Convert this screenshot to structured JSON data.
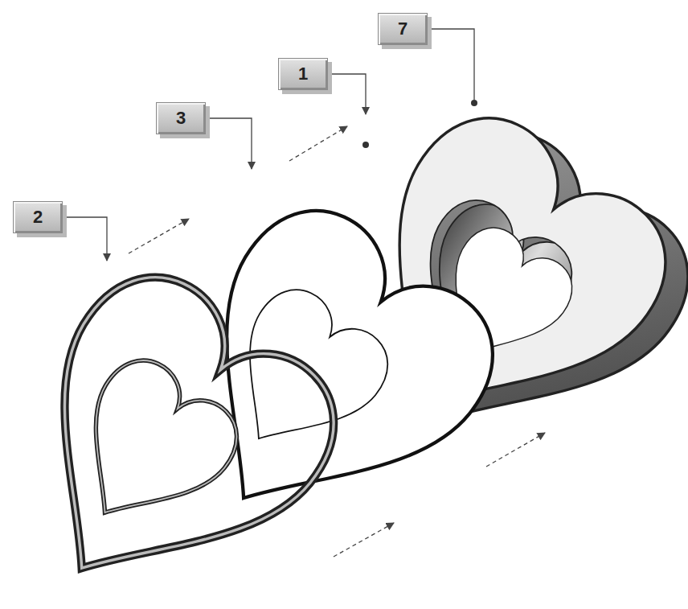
{
  "diagram": {
    "labels": [
      "7",
      "1",
      "3",
      "2"
    ]
  }
}
